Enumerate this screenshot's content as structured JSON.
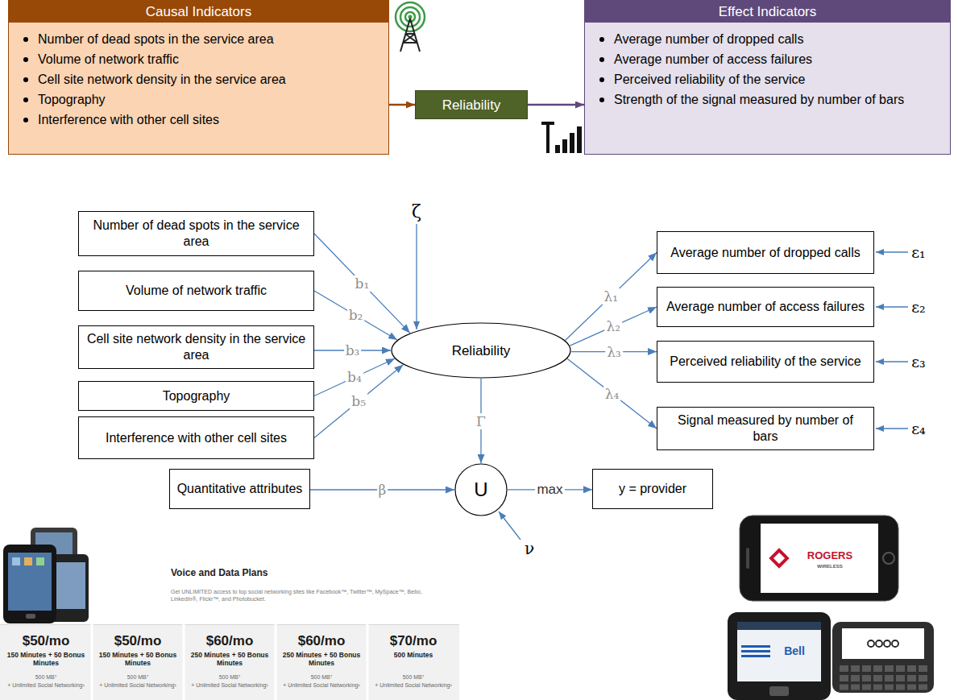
{
  "diagram": {
    "nodes": [
      {
        "text": [
          "Causal Indicators",
          "Number of dead spots in the service area",
          "Volume of network traffic",
          "Cell site network density in the service area",
          "Topography",
          "Interference with other cell sites"
        ]
      },
      {
        "text": [
          "Reliability"
        ]
      },
      {
        "text": [
          "Effect Indicators",
          "Average number of dropped calls",
          "Average number of access failures",
          "Perceived reliability of the service",
          "Strength of the signal measured by number of bars"
        ]
      },
      {
        "text": [
          "Number of dead spots in the service area"
        ]
      },
      {
        "text": [
          "Volume of network traffic"
        ]
      },
      {
        "text": [
          "Cell site network density in the service area"
        ]
      },
      {
        "text": [
          "Topography"
        ]
      },
      {
        "text": [
          "Interference with other cell sites"
        ]
      },
      {
        "text": [
          "Reliability"
        ]
      },
      {
        "text": [
          "Average number of dropped calls"
        ]
      },
      {
        "text": [
          "Average number of access failures"
        ]
      },
      {
        "text": [
          "Perceived reliability of the service"
        ]
      },
      {
        "text": [
          "Signal measured by number of bars"
        ]
      },
      {
        "text": [
          "Quantitative attributes"
        ]
      },
      {
        "text": [
          "U"
        ]
      },
      {
        "text": [
          "y = provider"
        ]
      }
    ],
    "edges": [
      {
        "from": 0,
        "to": 1,
        "arrow": "to"
      },
      {
        "from": 1,
        "to": 2,
        "arrow": "to"
      },
      {
        "from": 3,
        "to": 8,
        "label": "b₁",
        "arrow": "to"
      },
      {
        "from": 4,
        "to": 8,
        "label": "b₂",
        "arrow": "to"
      },
      {
        "from": 5,
        "to": 8,
        "label": "b₃",
        "arrow": "to"
      },
      {
        "from": 6,
        "to": 8,
        "label": "b₄",
        "arrow": "to"
      },
      {
        "from": 7,
        "to": 8,
        "label": "b₅",
        "arrow": "to"
      },
      {
        "from": 8,
        "to": 9,
        "label": "λ₁",
        "arrow": "to"
      },
      {
        "from": 8,
        "to": 10,
        "label": "λ₂",
        "arrow": "to"
      },
      {
        "from": 8,
        "to": 11,
        "label": "λ₃",
        "arrow": "to"
      },
      {
        "from": 8,
        "to": 12,
        "label": "λ₄",
        "arrow": "to"
      },
      {
        "from": 8,
        "to": 14,
        "label": "Γ",
        "arrow": "to"
      },
      {
        "from": 13,
        "to": 14,
        "label": "β",
        "arrow": "to"
      },
      {
        "from": 14,
        "to": 15,
        "label": "max",
        "arrow": "to"
      }
    ],
    "labels": [
      "ζ",
      "ε₁",
      "ε₂",
      "ε₃",
      "ε₄",
      "ν",
      "Voice and Data Plans",
      "Get UNLIMITED access to top social networking sites like Facebook™, Twitter™, MySpace™, Bebo, LinkedIn®, Flickr™, and Photobucket.",
      "$50/mo",
      "$50/mo",
      "$60/mo",
      "$60/mo",
      "$70/mo",
      "150 Minutes + 50 Bonus Minutes",
      "150 Minutes + 50 Bonus Minutes",
      "250 Minutes + 50 Bonus Minutes",
      "250 Minutes + 50 Bonus Minutes",
      "500 Minutes",
      "500 MB⁷",
      "500 MB⁷",
      "500 MB⁷",
      "500 MB⁷",
      "500 MB⁷",
      "+ Unlimited Social Networking¹",
      "+ Unlimited Social Networking¹",
      "+ Unlimited Social Networking¹",
      "+ Unlimited Social Networking¹",
      "+ Unlimited Social Networking¹",
      "ROGERS",
      "WIRELESS",
      "Bell"
    ]
  }
}
